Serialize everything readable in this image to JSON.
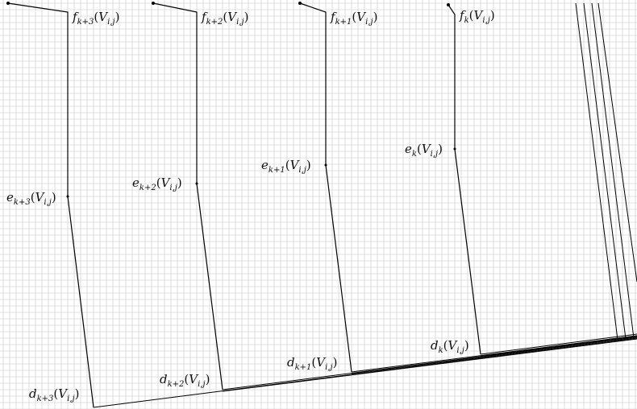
{
  "diagram": {
    "labels": {
      "f3": {
        "base": "f",
        "sub": "k+3",
        "arg": "V",
        "argsub": "i,j"
      },
      "f2": {
        "base": "f",
        "sub": "k+2",
        "arg": "V",
        "argsub": "i,j"
      },
      "f1": {
        "base": "f",
        "sub": "k+1",
        "arg": "V",
        "argsub": "i,j"
      },
      "f0": {
        "base": "f",
        "sub": "k",
        "arg": "V",
        "argsub": "i,j"
      },
      "e3": {
        "base": "e",
        "sub": "k+3",
        "arg": "V",
        "argsub": "i,j"
      },
      "e2": {
        "base": "e",
        "sub": "k+2",
        "arg": "V",
        "argsub": "i,j"
      },
      "e1": {
        "base": "e",
        "sub": "k+1",
        "arg": "V",
        "argsub": "i,j"
      },
      "e0": {
        "base": "e",
        "sub": "k",
        "arg": "V",
        "argsub": "i,j"
      },
      "d3": {
        "base": "d",
        "sub": "k+3",
        "arg": "V",
        "argsub": "i,j"
      },
      "d2": {
        "base": "d",
        "sub": "k+2",
        "arg": "V",
        "argsub": "i,j"
      },
      "d1": {
        "base": "d",
        "sub": "k+1",
        "arg": "V",
        "argsub": "i,j"
      },
      "d0": {
        "base": "d",
        "sub": "k",
        "arg": "V",
        "argsub": "i,j"
      }
    },
    "colors": {
      "grid": "#c8c8c8",
      "line": "#000000",
      "background": "#ffffff"
    }
  }
}
